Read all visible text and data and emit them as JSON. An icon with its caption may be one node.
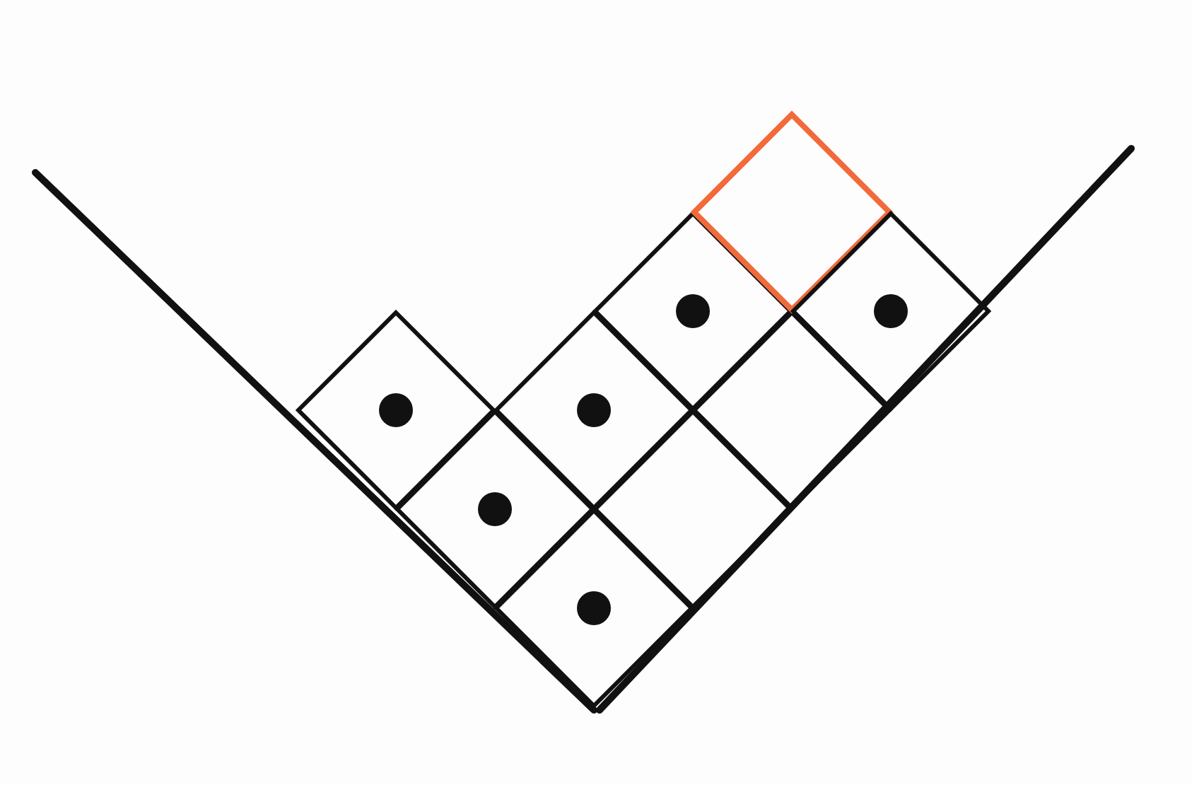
{
  "diagram": {
    "nodes": [
      {
        "text": [],
        "shape": "diamond"
      },
      {
        "text": [],
        "shape": "circle",
        "in": 0
      },
      {
        "text": [],
        "shape": "diamond"
      },
      {
        "text": [],
        "shape": "circle",
        "in": 2
      },
      {
        "text": [],
        "shape": "diamond"
      },
      {
        "text": [],
        "shape": "circle",
        "in": 4
      },
      {
        "text": [],
        "shape": "diamond"
      },
      {
        "text": [],
        "shape": "circle",
        "in": 6
      },
      {
        "text": [],
        "shape": "diamond"
      },
      {
        "text": [],
        "shape": "diamond"
      },
      {
        "text": [],
        "shape": "circle",
        "in": 9
      },
      {
        "text": [],
        "shape": "diamond"
      },
      {
        "text": [],
        "shape": "diamond"
      },
      {
        "text": [],
        "shape": "diamond"
      },
      {
        "text": [],
        "shape": "circle",
        "in": 13
      }
    ]
  }
}
